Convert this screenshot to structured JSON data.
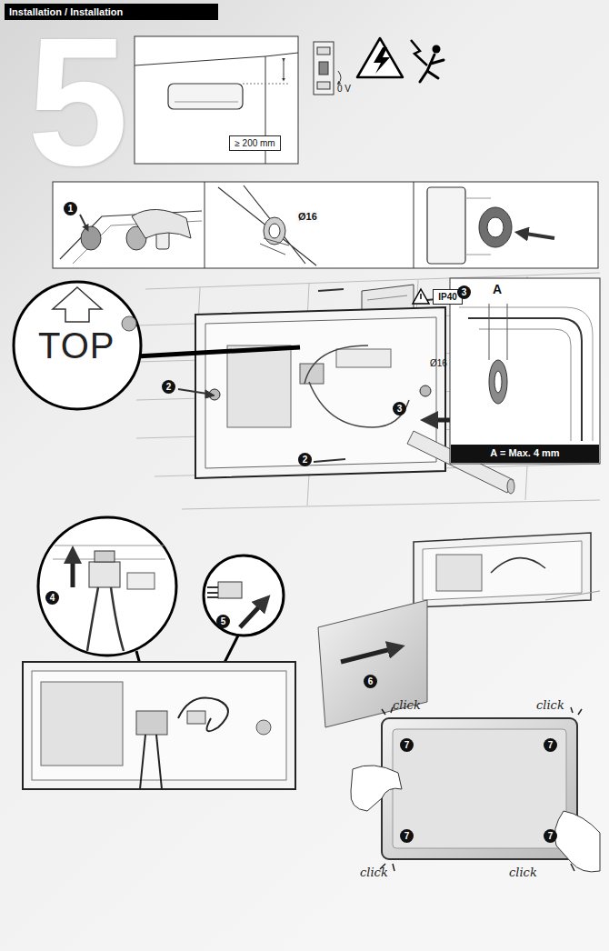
{
  "diagram": {
    "title": "Installation / Installation",
    "nodes": [
      {
        "text": [
          "≥ 200 mm"
        ]
      },
      {
        "text": [
          "IP40"
        ]
      },
      {
        "text": [
          "A = Max. 4 mm"
        ]
      }
    ],
    "labels": [
      "5",
      "0 V",
      "1",
      "Ø16",
      "2",
      "2",
      "Ø16",
      "3",
      "3",
      "A",
      "TOP",
      "4",
      "5",
      "6",
      "7",
      "7",
      "7",
      "7",
      "click",
      "click",
      "click",
      "click"
    ]
  }
}
